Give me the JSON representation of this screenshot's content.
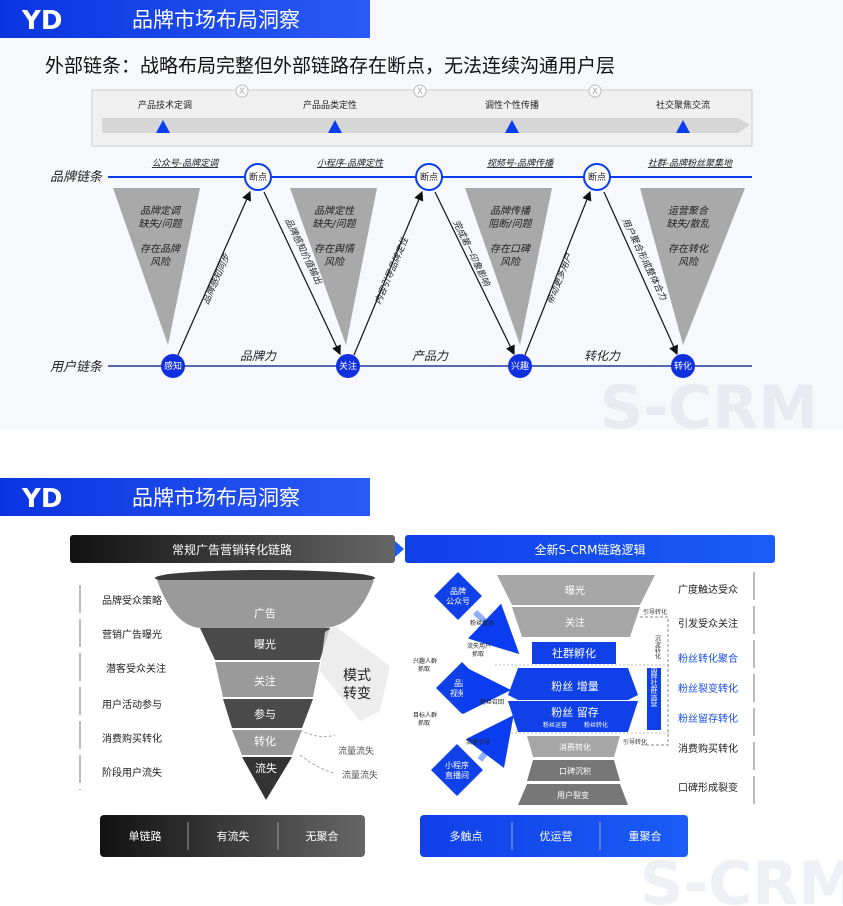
{
  "header": {
    "logo": "YD",
    "title": "品牌市场布局洞察"
  },
  "section1": {
    "subtitle": "外部链条：战略布局完整但外部链路存在断点，无法连续沟通用户层",
    "top_stages": [
      "产品技术定调",
      "产品品类定性",
      "调性个性传播",
      "社交聚焦交流"
    ],
    "break_mark": "X",
    "brand_chain_label": "品牌链条",
    "user_chain_label": "用户链条",
    "brand_chain_items": [
      "公众号-品牌定调",
      "小程序-品牌定性",
      "视频号-品牌传播",
      "社群-品牌粉丝聚集地"
    ],
    "breakpoint": "断点",
    "user_nodes": [
      "感知",
      "关注",
      "兴趣",
      "转化"
    ],
    "forces": [
      "品牌力",
      "产品力",
      "转化力"
    ],
    "triangles": [
      [
        "品牌定调",
        "缺失/问题",
        "存在品牌",
        "风险"
      ],
      [
        "品牌定性",
        "缺失/问题",
        "存在舆情",
        "风险"
      ],
      [
        "品牌传播",
        "阻断/问题",
        "存在口碑",
        "风险"
      ],
      [
        "运营聚合",
        "缺失/散乱",
        "存在转化",
        "风险"
      ]
    ],
    "arrows": [
      "品牌感知同步",
      "品牌感知价值输出",
      "内容引导品牌定性",
      "完成第一印象影响",
      "带动更多用户",
      "用户聚合形成整体合力"
    ],
    "watermark": "S-CRM"
  },
  "section2": {
    "left_title": "常规广告营销转化链路",
    "right_title": "全新S-CRM链路逻辑",
    "left_labels": [
      "品牌受众策略",
      "营销广告曝光",
      "潜客受众关注",
      "用户活动参与",
      "消费购买转化",
      "阶段用户流失"
    ],
    "funnel": [
      "广告",
      "曝光",
      "关注",
      "参与",
      "转化",
      "流失"
    ],
    "shift": [
      "模式",
      "转变"
    ],
    "loss": [
      "流量流失",
      "流量流失"
    ],
    "left_footer": [
      "单链路",
      "有流失",
      "无聚合"
    ],
    "right_footer": [
      "多触点",
      "优运营",
      "重聚合"
    ],
    "diamonds": [
      [
        "品牌",
        "公众号"
      ],
      [
        "品牌",
        "视频号"
      ],
      [
        "小程序",
        "直播间"
      ]
    ],
    "flows": [
      "粉丝直达",
      "流失用户",
      "抓取",
      "兴趣人群",
      "抓取",
      "目标人群",
      "抓取",
      "粉丝召回",
      "流量引导"
    ],
    "crm_funnel": [
      "曝光",
      "关注",
      "社群孵化",
      "粉丝 增量",
      "粉丝 留存",
      "粉丝运营",
      "粉丝转化",
      "消费转化",
      "口碑沉积",
      "用户裂变"
    ],
    "ops": [
      "品牌社群运营",
      "引导转化",
      "引导转化",
      "沉淀转化"
    ],
    "right_labels": [
      "广度触达受众",
      "引发受众关注",
      "粉丝转化聚合",
      "粉丝裂变转化",
      "粉丝留存转化",
      "消费购买转化",
      "口碑形成裂变"
    ],
    "watermark": "S-CRM"
  },
  "colors": {
    "brand_blue": "#0a3cf0",
    "dark": "#2b2b2b",
    "grey": "#a9a9a9"
  }
}
